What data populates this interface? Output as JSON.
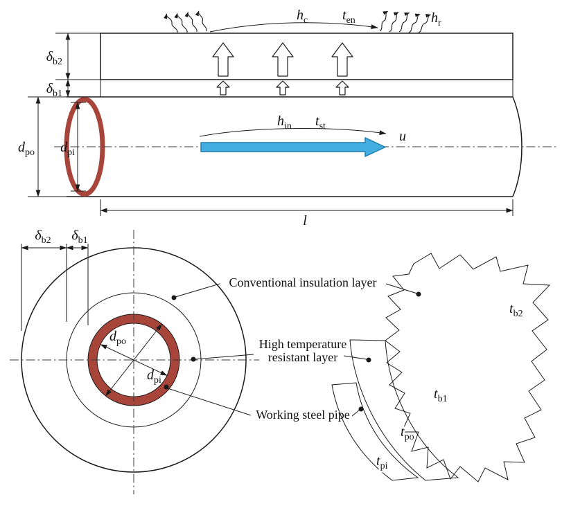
{
  "colors": {
    "insulation_fill": "#FBE9A8",
    "insulation_hatch": "#DFA93F",
    "resistant_fill": "#D8D8D8",
    "resistant_dots": "#8A8A8A",
    "steel_pipe": "#A8453B",
    "flow_arrow": "#45AEE0",
    "flow_arrow_border": "#1E7CAE",
    "line": "#1A1A1A"
  },
  "labels": {
    "h_c": {
      "main": "h",
      "sub": "c"
    },
    "t_en": {
      "main": "t",
      "sub": "en"
    },
    "h_r": {
      "main": "h",
      "sub": "r"
    },
    "h_in": {
      "main": "h",
      "sub": "in"
    },
    "t_st": {
      "main": "t",
      "sub": "st"
    },
    "u": "u",
    "l": "l",
    "delta_b2": {
      "main": "δ",
      "sub": "b2"
    },
    "delta_b1": {
      "main": "δ",
      "sub": "b1"
    },
    "d_po": {
      "main": "d",
      "sub": "po"
    },
    "d_pi": {
      "main": "d",
      "sub": "pi"
    },
    "t_b2": {
      "main": "t",
      "sub": "b2"
    },
    "t_b1": {
      "main": "t",
      "sub": "b1"
    },
    "t_po": {
      "main": "t",
      "sub": "po"
    },
    "t_pi": {
      "main": "t",
      "sub": "pi"
    }
  },
  "annotations": {
    "conventional_insulation": "Conventional insulation layer",
    "high_temp_line1": "High temperature",
    "high_temp_line2": "resistant layer",
    "working_steel_pipe": "Working steel pipe"
  }
}
